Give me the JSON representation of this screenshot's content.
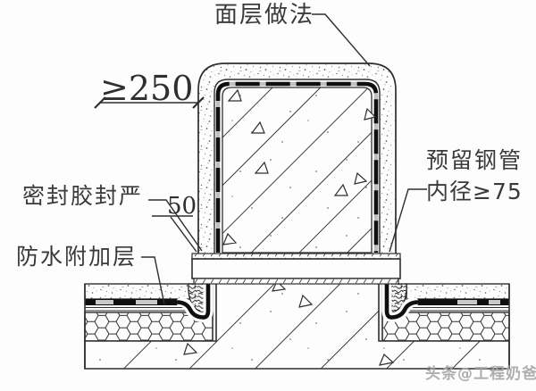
{
  "colors": {
    "background": "#fdfdfd",
    "line": "#2e2e2e",
    "membrane_black": "#0f0f0f",
    "membrane_gap_gray": "#c9c9c9",
    "text": "#3a3a3a",
    "watermark_gray": "#a6a6a6"
  },
  "annotations": {
    "surface_finish": {
      "label": "面层做法"
    },
    "min_height": {
      "label": "≥250"
    },
    "sealant": {
      "label": "密封胶封严"
    },
    "sealant_dim": {
      "label": "50"
    },
    "waterproof_added_layer": {
      "label": "防水附加层"
    },
    "reserved_pipe": {
      "label_line1": "预留钢管",
      "label_line2": "内径≥75"
    }
  },
  "watermark": {
    "label": "头条@工程奶爸"
  }
}
